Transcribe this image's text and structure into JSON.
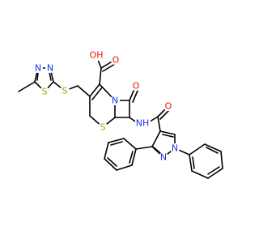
{
  "colors": {
    "bond": "#000000",
    "nitrogen": "#1f32e8",
    "oxygen": "#e8160c",
    "sulfur": "#b0a000",
    "carbon": "#000000"
  },
  "atoms": {
    "S_thiadiazole": "S",
    "N_thiadiazole_a": "N",
    "N_thiadiazole_b": "N",
    "S_thioether": "S",
    "S_ring": "S",
    "N_ring": "N",
    "O_carbonyl_lactam": "O",
    "O_acid_carbonyl": "O",
    "OH_acid": "OH",
    "NH_amide": "NH",
    "O_amide": "O",
    "N_pyrazole_a": "N",
    "N_pyrazole_b": "N"
  }
}
